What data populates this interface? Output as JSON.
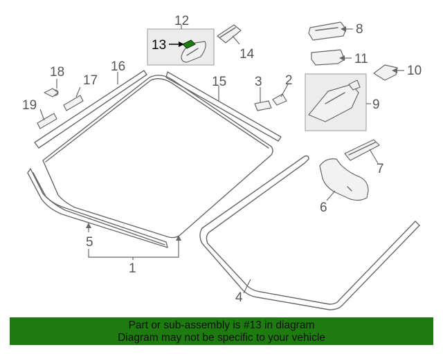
{
  "diagram": {
    "callouts": [
      {
        "id": "1",
        "label": "1"
      },
      {
        "id": "2",
        "label": "2"
      },
      {
        "id": "3",
        "label": "3"
      },
      {
        "id": "4",
        "label": "4"
      },
      {
        "id": "5",
        "label": "5"
      },
      {
        "id": "6",
        "label": "6"
      },
      {
        "id": "7",
        "label": "7"
      },
      {
        "id": "8",
        "label": "8"
      },
      {
        "id": "9",
        "label": "9"
      },
      {
        "id": "10",
        "label": "10"
      },
      {
        "id": "11",
        "label": "11"
      },
      {
        "id": "12",
        "label": "12"
      },
      {
        "id": "13",
        "label": "13"
      },
      {
        "id": "14",
        "label": "14"
      },
      {
        "id": "15",
        "label": "15"
      },
      {
        "id": "16",
        "label": "16"
      },
      {
        "id": "17",
        "label": "17"
      },
      {
        "id": "18",
        "label": "18"
      },
      {
        "id": "19",
        "label": "19"
      }
    ],
    "highlighted_part": "13",
    "highlight_color": "#1e7b10"
  },
  "banner": {
    "line1": "Part or sub-assembly is #13 in diagram",
    "line2": "Diagram may not be specific to your vehicle",
    "background": "#1e7b10"
  }
}
